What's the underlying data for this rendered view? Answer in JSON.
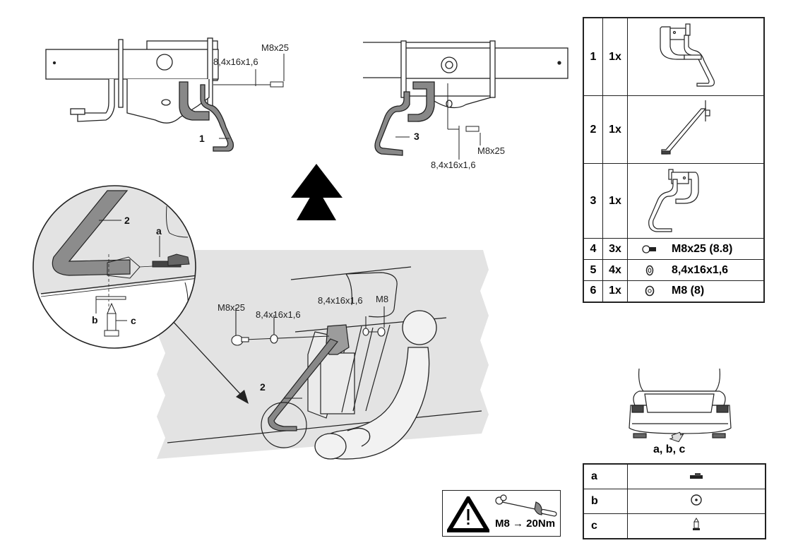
{
  "title": "Tow bar installation diagram",
  "top_left_view": {
    "part_number": "1",
    "washer_label": "8,4x16x1,6",
    "bolt_label": "M8x25"
  },
  "top_right_view": {
    "part_number": "3",
    "washer_label": "8,4x16x1,6",
    "bolt_label": "M8x25"
  },
  "direction_icon": "double-up-arrow-icon",
  "detail_view": {
    "part_number": "2",
    "labels": {
      "a": "a",
      "b": "b",
      "c": "c"
    }
  },
  "main_view": {
    "part_number": "2",
    "bolt_label": "M8x25",
    "washer_left_label": "8,4x16x1,6",
    "washer_right_label": "8,4x16x1,6",
    "nut_label": "M8"
  },
  "parts_list": [
    {
      "no": "1",
      "qty": "1x",
      "icon": "bracket-left-icon",
      "spec": ""
    },
    {
      "no": "2",
      "qty": "1x",
      "icon": "cable-strut-icon",
      "spec": ""
    },
    {
      "no": "3",
      "qty": "1x",
      "icon": "bracket-right-icon",
      "spec": ""
    },
    {
      "no": "4",
      "qty": "3x",
      "icon": "bolt-icon",
      "spec": "M8x25 (8.8)"
    },
    {
      "no": "5",
      "qty": "4x",
      "icon": "washer-icon",
      "spec": "8,4x16x1,6"
    },
    {
      "no": "6",
      "qty": "1x",
      "icon": "nut-icon",
      "spec": "M8 (8)"
    }
  ],
  "location": {
    "icon": "car-rear-icon",
    "caption": "a, b, c"
  },
  "fixings": [
    {
      "key": "a",
      "icon": "clip-icon"
    },
    {
      "key": "b",
      "icon": "grommet-icon"
    },
    {
      "key": "c",
      "icon": "rivet-icon"
    }
  ],
  "warning": {
    "icon": "warning-triangle-icon",
    "tool_icon": "torque-wrench-icon",
    "torque_text": "M8 → 20Nm"
  }
}
